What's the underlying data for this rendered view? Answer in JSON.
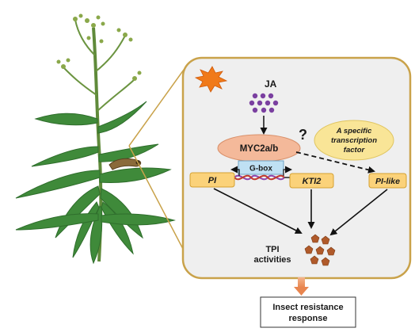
{
  "diagram": {
    "signal": "JA",
    "regulator": "MYC2a/b",
    "question_mark": "?",
    "unknown_tf": [
      "A specific",
      "transcription",
      "factor"
    ],
    "promoter_element": "G-box",
    "genes": {
      "pi": "PI",
      "kti2": "KTI2",
      "pi_like": "PI-like"
    },
    "output": [
      "TPI",
      "activities"
    ],
    "final_response": [
      "Insect resistance",
      "response"
    ]
  },
  "colors": {
    "panel_fill": "#efefef",
    "panel_border": "#c9a24a",
    "myc_fill": "#f4b99a",
    "tf_fill": "#f9e597",
    "gene_box_fill": "#fbd27a",
    "gbox_fill": "#bfe0f3",
    "ja_dots": "#7a3fa0",
    "tpi_pentagons": "#b05a2a",
    "burst": "#f07a1a",
    "plant_green": "#3f8a3a"
  }
}
